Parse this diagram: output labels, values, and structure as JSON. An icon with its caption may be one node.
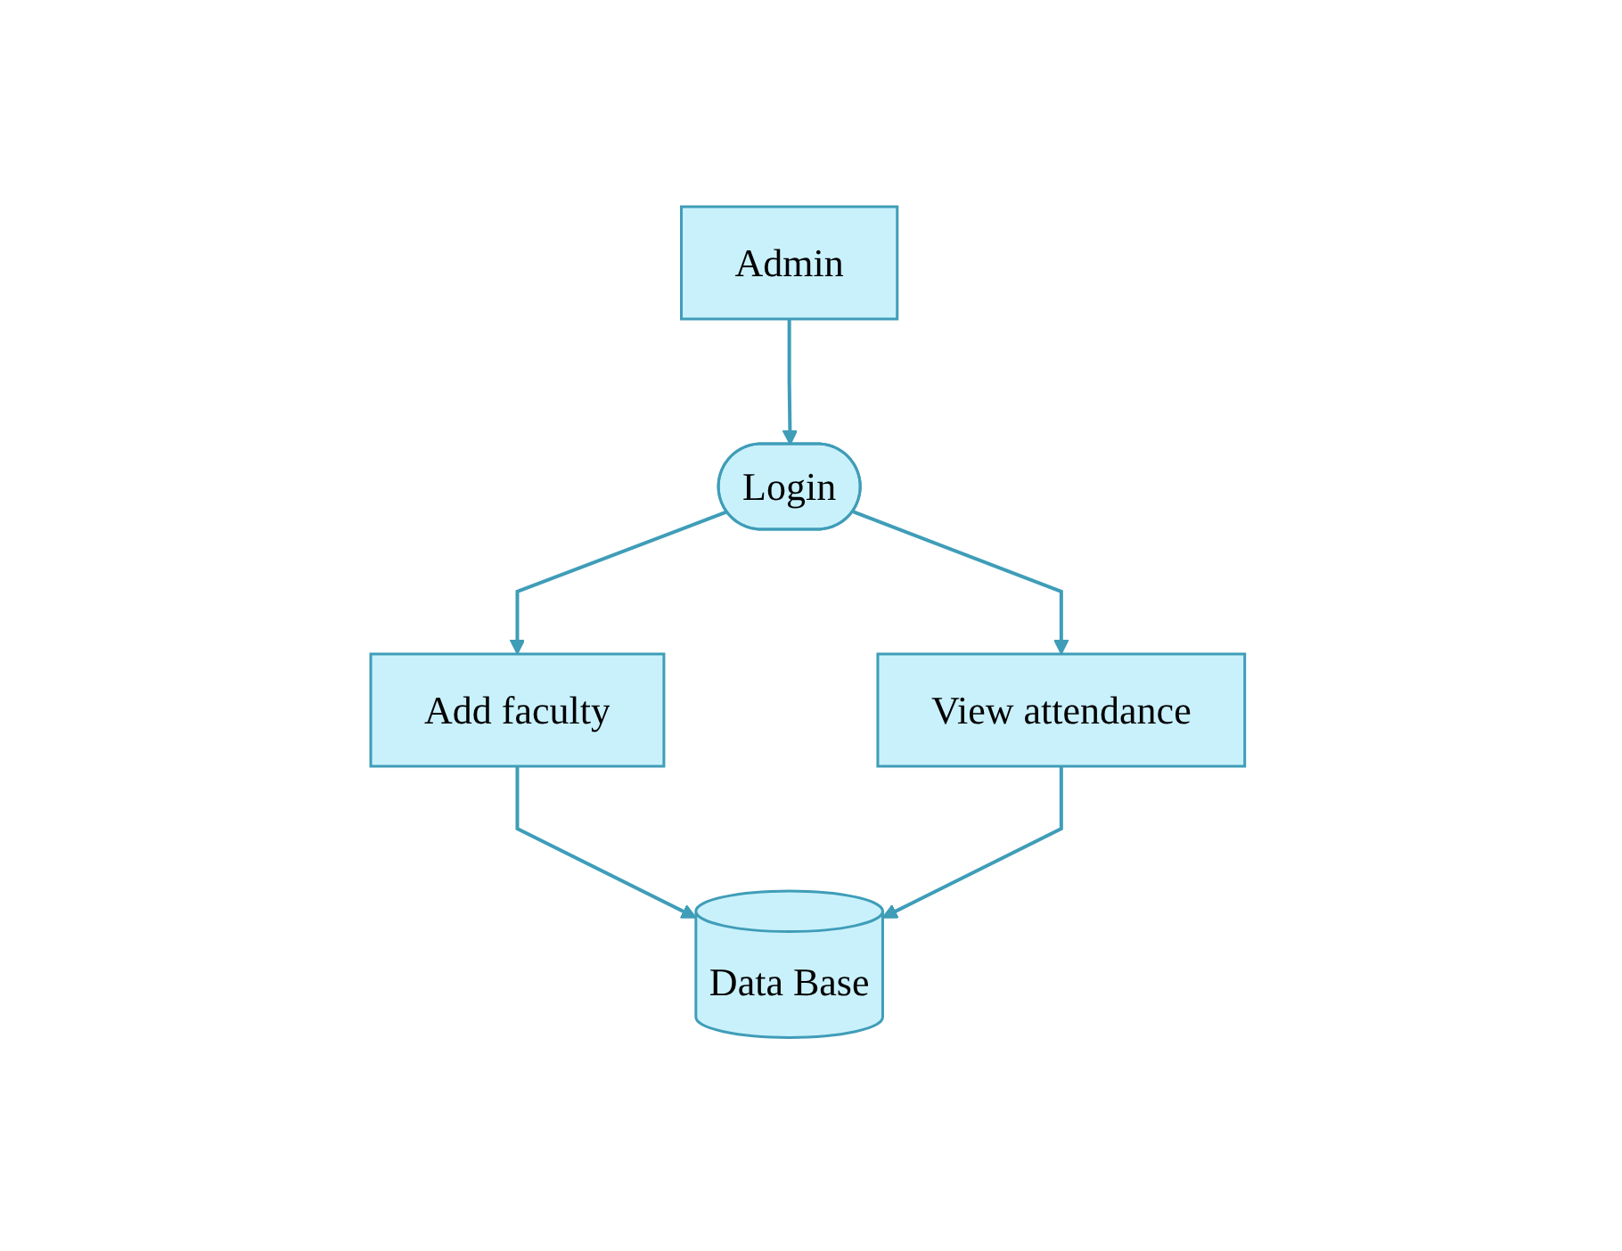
{
  "diagram": {
    "nodes": [
      {
        "text": [
          "Admin"
        ]
      },
      {
        "text": [
          "Login"
        ]
      },
      {
        "text": [
          "Add faculty"
        ]
      },
      {
        "text": [
          "View attendance"
        ]
      },
      {
        "text": [
          "Data Base"
        ]
      }
    ],
    "edges": [
      {
        "from": 0,
        "to": 1,
        "arrow": "to"
      },
      {
        "from": 1,
        "to": 2,
        "arrow": "to"
      },
      {
        "from": 1,
        "to": 3,
        "arrow": "to"
      },
      {
        "from": 2,
        "to": 4,
        "arrow": "to"
      },
      {
        "from": 3,
        "to": 4,
        "arrow": "to"
      }
    ]
  }
}
